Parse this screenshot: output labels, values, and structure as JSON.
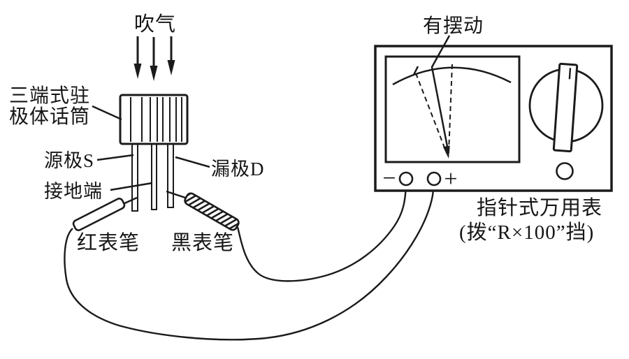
{
  "diagram": {
    "title_hint": "Testing a three-terminal electret microphone with an analog multimeter",
    "colors": {
      "background": "#ffffff",
      "ink": "#1b1b1b"
    },
    "labels": {
      "blow_air": "吹气",
      "mic_line1": "三端式驻",
      "mic_line2": "极体话筒",
      "source_pin": "源极S",
      "ground_pin": "接地端",
      "drain_pin": "漏极D",
      "red_probe": "红表笔",
      "black_probe": "黑表笔",
      "needle_swing": "有摆动",
      "negative_terminal": "−",
      "positive_terminal": "+",
      "meter_name": "指针式万用表",
      "meter_range": "(拨“R×100”挡)"
    }
  }
}
